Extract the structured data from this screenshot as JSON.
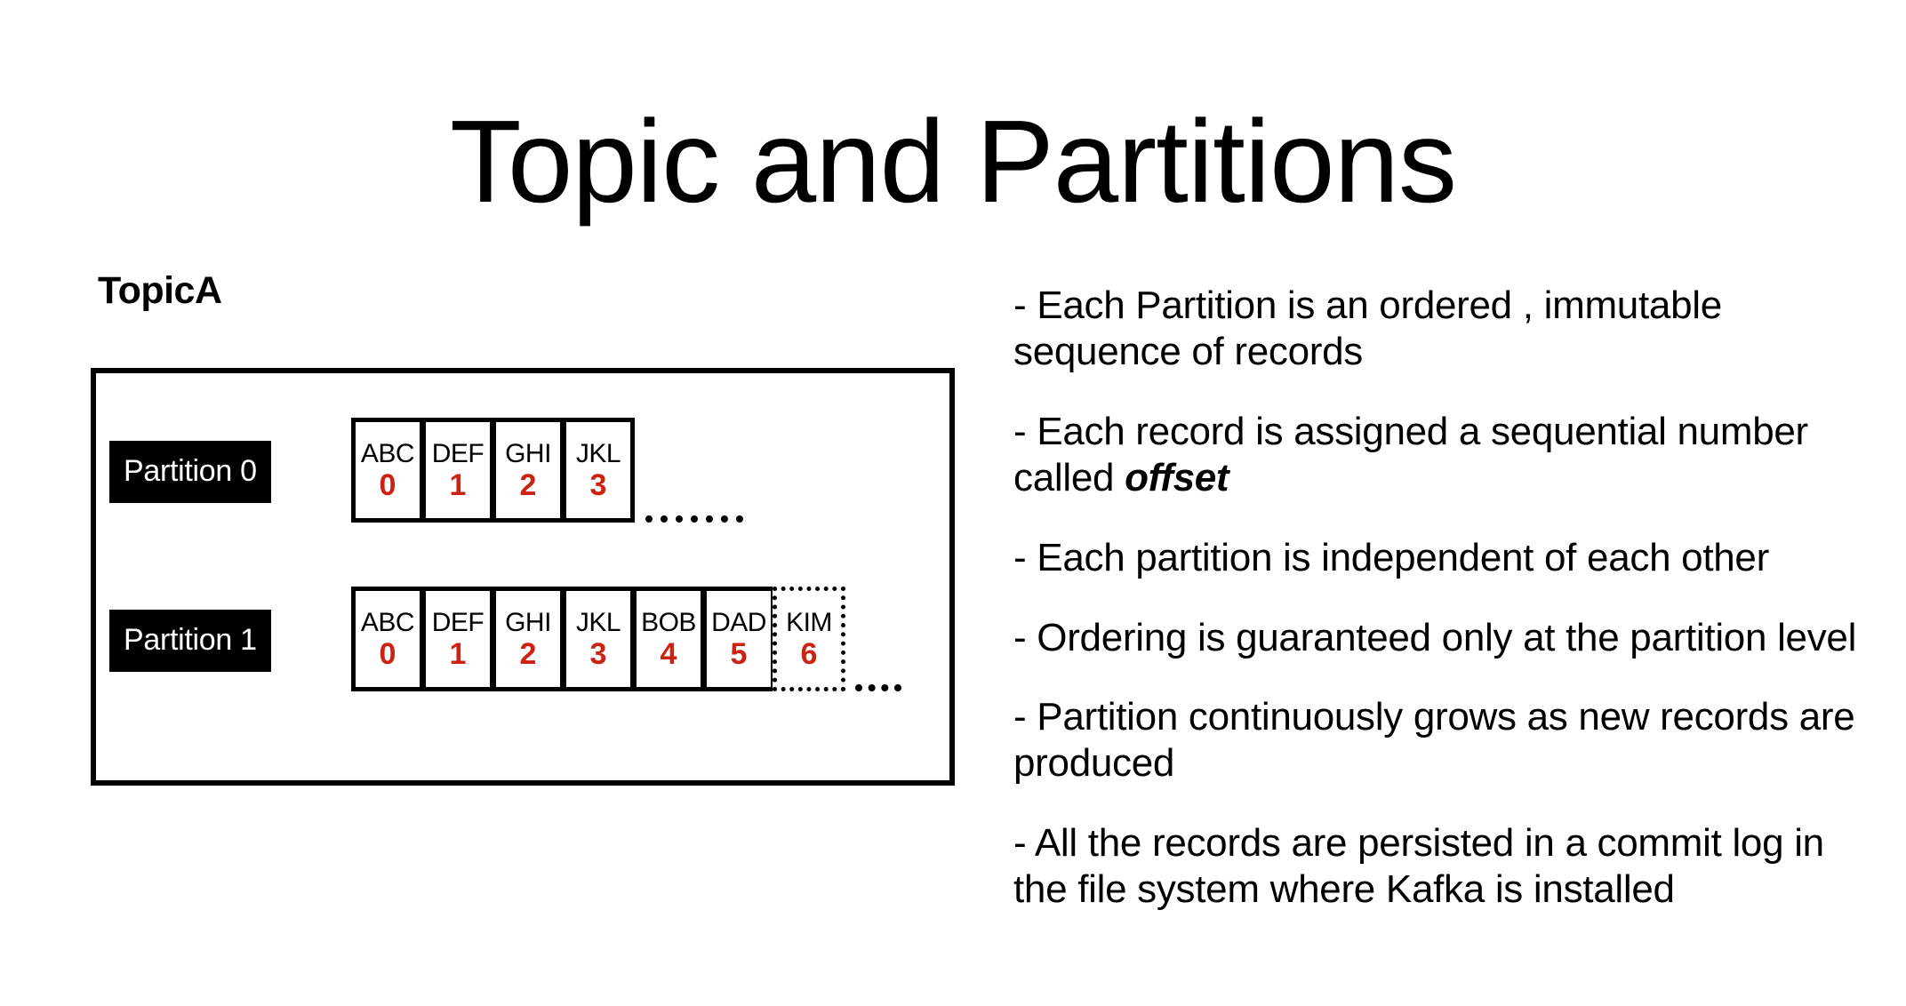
{
  "slide": {
    "title": "Topic and Partitions",
    "topic_label": "TopicA"
  },
  "diagram": {
    "partitions": [
      {
        "badge_label": "Partition 0",
        "records": [
          {
            "key": "ABC",
            "offset": "0",
            "pending": false
          },
          {
            "key": "DEF",
            "offset": "1",
            "pending": false
          },
          {
            "key": "GHI",
            "offset": "2",
            "pending": false
          },
          {
            "key": "JKL",
            "offset": "3",
            "pending": false
          }
        ]
      },
      {
        "badge_label": "Partition 1",
        "records": [
          {
            "key": "ABC",
            "offset": "0",
            "pending": false
          },
          {
            "key": "DEF",
            "offset": "1",
            "pending": false
          },
          {
            "key": "GHI",
            "offset": "2",
            "pending": false
          },
          {
            "key": "JKL",
            "offset": "3",
            "pending": false
          },
          {
            "key": "BOB",
            "offset": "4",
            "pending": false
          },
          {
            "key": "DAD",
            "offset": "5",
            "pending": false
          },
          {
            "key": "KIM",
            "offset": "6",
            "pending": true
          }
        ]
      }
    ]
  },
  "bullets": [
    {
      "text_before": "- Each Partition is an ordered , immutable sequence of records",
      "emphasis": "",
      "text_after": ""
    },
    {
      "text_before": "- Each record is assigned a sequential number called ",
      "emphasis": "offset",
      "text_after": ""
    },
    {
      "text_before": "- Each partition is independent of each other",
      "emphasis": "",
      "text_after": ""
    },
    {
      "text_before": "- Ordering is guaranteed only at the partition level",
      "emphasis": "",
      "text_after": ""
    },
    {
      "text_before": "- Partition continuously grows as new records are produced",
      "emphasis": "",
      "text_after": ""
    },
    {
      "text_before": "- All the records are persisted in a commit log in the file system where Kafka is installed",
      "emphasis": "",
      "text_after": ""
    }
  ],
  "colors": {
    "offset_red": "#CC2211",
    "badge_background": "#000000",
    "badge_text": "#ffffff",
    "outline": "#000000",
    "background": "#ffffff"
  }
}
